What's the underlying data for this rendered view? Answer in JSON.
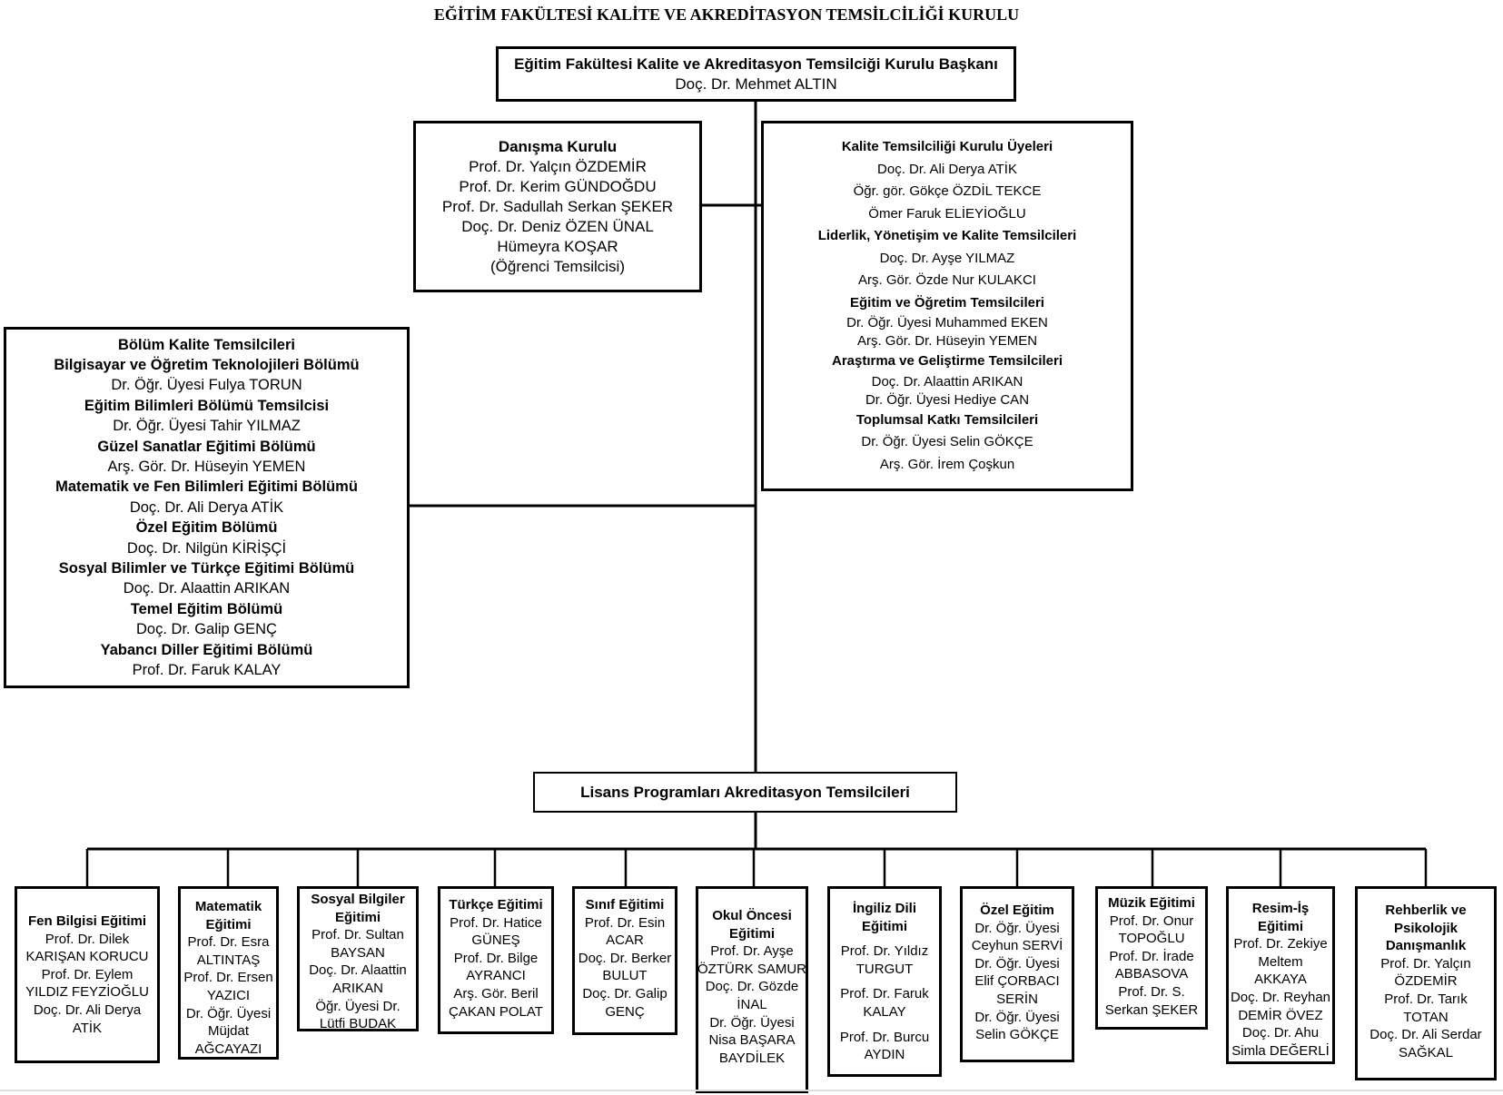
{
  "title": "EĞİTİM FAKÜLTESİ KALİTE VE AKREDİTASYON TEMSİLCİLİĞİ KURULU",
  "head": {
    "role": "Eğitim Fakültesi Kalite ve Akreditasyon Temsilciği Kurulu Başkanı",
    "name": "Doç. Dr. Mehmet ALTIN"
  },
  "advisory": {
    "title": "Danışma Kurulu",
    "members": [
      "Prof. Dr. Yalçın ÖZDEMİR",
      "Prof. Dr. Kerim GÜNDOĞDU",
      "Prof. Dr. Sadullah Serkan ŞEKER",
      "Doç. Dr. Deniz ÖZEN ÜNAL",
      "Hümeyra KOŞAR",
      "(Öğrenci Temsilcisi)"
    ]
  },
  "quality_reps": {
    "groups": [
      {
        "title": "Kalite Temsilciliği Kurulu Üyeleri",
        "members": [
          "Doç. Dr. Ali Derya ATİK",
          "Öğr. gör. Gökçe ÖZDİL TEKCE",
          "Ömer Faruk ELİEYİOĞLU"
        ]
      },
      {
        "title": "Liderlik, Yönetişim ve Kalite Temsilcileri",
        "members": [
          "Doç. Dr. Ayşe YILMAZ",
          "Arş. Gör. Özde Nur KULAKCI"
        ]
      },
      {
        "title": "Eğitim ve Öğretim Temsilcileri",
        "members": [
          "Dr. Öğr. Üyesi Muhammed EKEN",
          "Arş. Gör. Dr. Hüseyin YEMEN"
        ]
      },
      {
        "title": "Araştırma ve Geliştirme Temsilcileri",
        "members": [
          "Doç. Dr. Alaattin ARIKAN",
          "Dr. Öğr. Üyesi Hediye CAN"
        ]
      },
      {
        "title": "Toplumsal Katkı Temsilcileri",
        "members": [
          "Dr. Öğr. Üyesi Selin GÖKÇE",
          "Arş. Gör. İrem Çoşkun"
        ]
      }
    ]
  },
  "department_reps": {
    "title": "Bölüm Kalite Temsilcileri",
    "departments": [
      {
        "name": "Bilgisayar ve Öğretim Teknolojileri Bölümü",
        "rep": "Dr. Öğr. Üyesi Fulya TORUN"
      },
      {
        "name": "Eğitim Bilimleri Bölümü Temsilcisi",
        "rep": "Dr. Öğr. Üyesi Tahir YILMAZ"
      },
      {
        "name": "Güzel Sanatlar Eğitimi Bölümü",
        "rep": "Arş. Gör. Dr. Hüseyin YEMEN"
      },
      {
        "name": "Matematik ve Fen Bilimleri Eğitimi Bölümü",
        "rep": "Doç. Dr. Ali Derya ATİK"
      },
      {
        "name": "Özel Eğitim Bölümü",
        "rep": "Doç. Dr. Nilgün KİRİŞÇİ"
      },
      {
        "name": "Sosyal Bilimler ve Türkçe Eğitimi Bölümü",
        "rep": "Doç. Dr. Alaattin ARIKAN"
      },
      {
        "name": "Temel Eğitim Bölümü",
        "rep": "Doç. Dr. Galip GENÇ"
      },
      {
        "name": "Yabancı Diller Eğitimi Bölümü",
        "rep": "Prof. Dr. Faruk KALAY"
      }
    ]
  },
  "licence": {
    "title": "Lisans Programları Akreditasyon Temsilcileri"
  },
  "programs": [
    {
      "title": [
        "Fen Bilgisi Eğitimi"
      ],
      "lines": [
        "Prof. Dr. Dilek",
        "KARIŞAN KORUCU",
        "Prof. Dr. Eylem",
        "YILDIZ FEYZİOĞLU",
        "Doç. Dr. Ali Derya",
        "ATİK"
      ]
    },
    {
      "title": [
        "Matematik",
        "Eğitimi"
      ],
      "lines": [
        "Prof. Dr. Esra",
        "ALTINTAŞ",
        "Prof. Dr. Ersen",
        "YAZICI",
        "Dr. Öğr. Üyesi",
        "Müjdat",
        "AĞCAYAZI"
      ]
    },
    {
      "title": [
        "Sosyal Bilgiler",
        "Eğitimi"
      ],
      "lines": [
        "Prof. Dr. Sultan",
        "BAYSAN",
        "Doç. Dr. Alaattin",
        "ARIKAN",
        "Öğr. Üyesi Dr.",
        "Lütfi BUDAK"
      ]
    },
    {
      "title": [
        "Türkçe Eğitimi"
      ],
      "lines": [
        "Prof. Dr. Hatice",
        "GÜNEŞ",
        "Prof. Dr. Bilge",
        "AYRANCI",
        "Arş. Gör. Beril",
        "ÇAKAN POLAT"
      ]
    },
    {
      "title": [
        "Sınıf Eğitimi"
      ],
      "lines": [
        "Prof. Dr. Esin",
        "ACAR",
        "Doç. Dr. Berker",
        "BULUT",
        "Doç. Dr. Galip",
        "GENÇ"
      ]
    },
    {
      "title": [
        "Okul Öncesi",
        "Eğitimi"
      ],
      "lines": [
        "Prof. Dr. Ayşe",
        "ÖZTÜRK SAMUR",
        "Doç. Dr. Gözde",
        "İNAL",
        "Dr. Öğr. Üyesi",
        "Nisa BAŞARA",
        "BAYDİLEK"
      ]
    },
    {
      "title": [
        "İngiliz Dili",
        "Eğitimi"
      ],
      "lines": [
        "Prof. Dr. Yıldız",
        "TURGUT",
        "Prof. Dr. Faruk",
        "KALAY",
        "Prof. Dr. Burcu",
        "AYDIN"
      ]
    },
    {
      "title": [
        "Özel Eğitim"
      ],
      "lines": [
        "Dr. Öğr. Üyesi",
        "Ceyhun SERVİ",
        "Dr. Öğr. Üyesi",
        "Elif ÇORBACI",
        "SERİN",
        "Dr. Öğr. Üyesi",
        "Selin GÖKÇE"
      ]
    },
    {
      "title": [
        "Müzik Eğitimi"
      ],
      "lines": [
        "Prof. Dr. Onur",
        "TOPOĞLU",
        "Prof. Dr. İrade",
        "ABBASOVA",
        "Prof. Dr. S.",
        "Serkan ŞEKER"
      ]
    },
    {
      "title": [
        "Resim-İş",
        "Eğitimi"
      ],
      "lines": [
        "Prof. Dr. Zekiye",
        "Meltem",
        "AKKAYA",
        "Doç. Dr. Reyhan",
        "DEMİR ÖVEZ",
        "Doç. Dr. Ahu",
        "Simla DEĞERLİ"
      ]
    },
    {
      "title": [
        "Rehberlik ve",
        "Psikolojik",
        "Danışmanlık"
      ],
      "lines": [
        "Prof. Dr. Yalçın",
        "ÖZDEMİR",
        "Prof. Dr. Tarık",
        "TOTAN",
        "Doç. Dr. Ali Serdar",
        "SAĞKAL"
      ]
    }
  ]
}
